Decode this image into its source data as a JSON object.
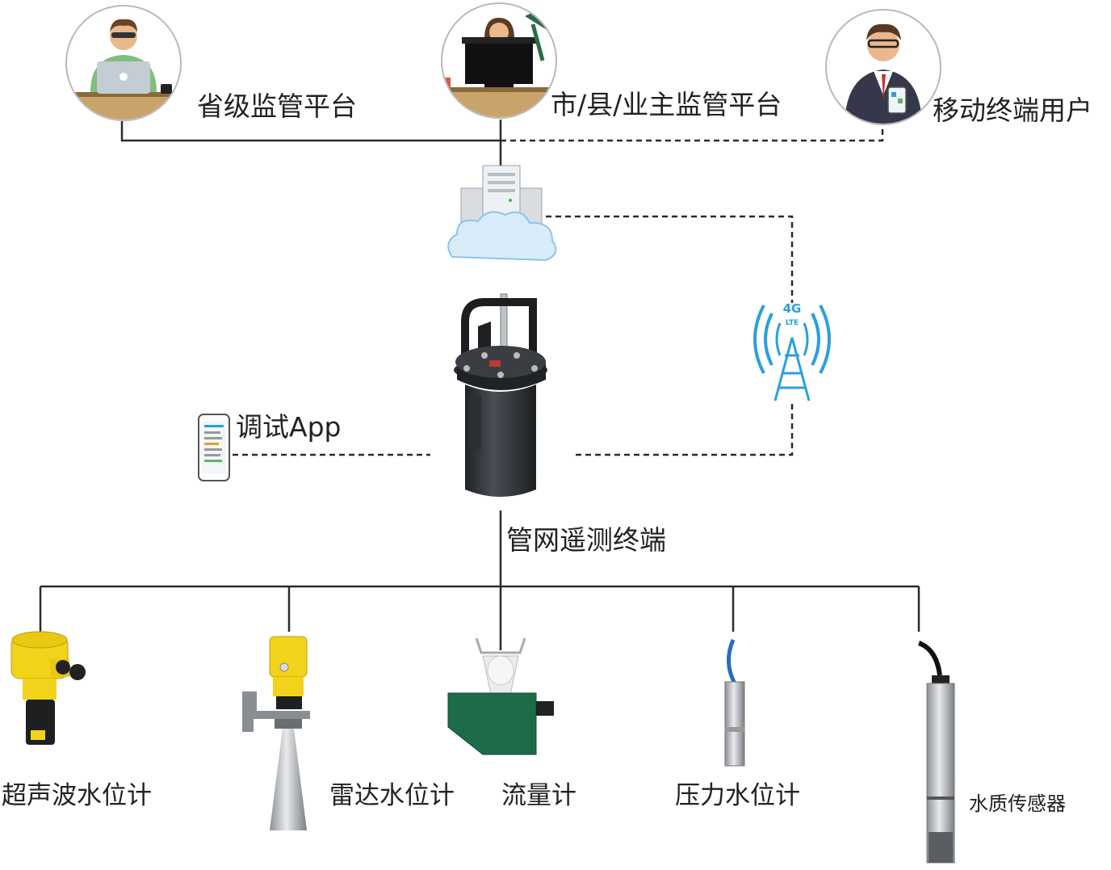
{
  "labels": {
    "provincial": "省级监管平台",
    "city": "市/县/业主监管平台",
    "mobile": "移动终端用户",
    "debug_app": "调试App",
    "terminal": "管网遥测终端",
    "ultrasonic": "超声波水位计",
    "radar": "雷达水位计",
    "flow": "流量计",
    "pressure": "压力水位计",
    "quality": "水质传感器",
    "tower_badge": "4G",
    "tower_sub": "LTE"
  },
  "colors": {
    "line": "#2b2b2b",
    "signal": "#2a9fe0",
    "yellow": "#f2d31b",
    "green_box": "#1e6b4a",
    "cylinder": "#2e3236"
  }
}
